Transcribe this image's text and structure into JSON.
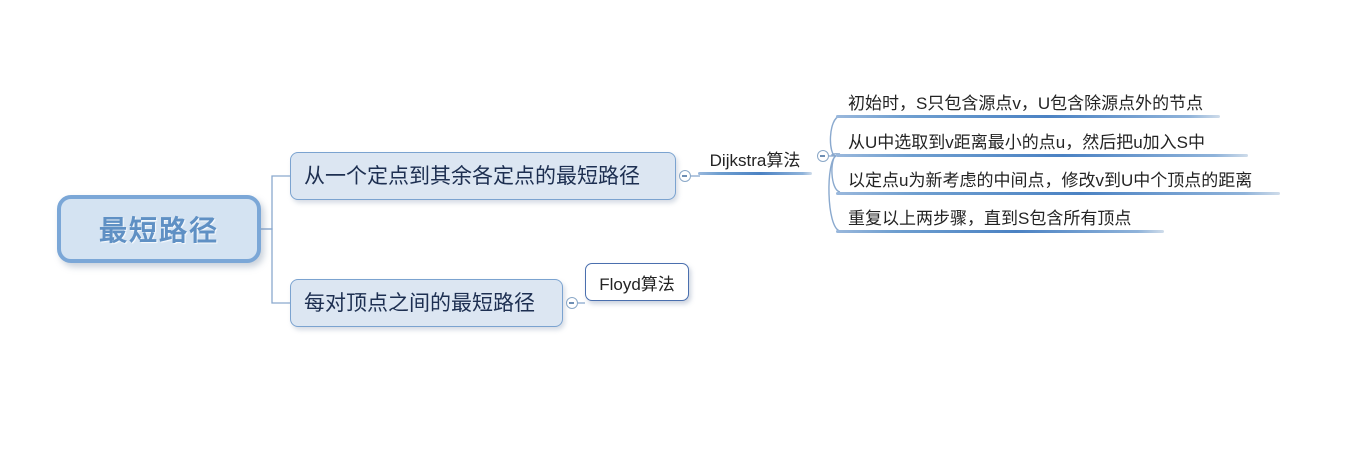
{
  "diagram": {
    "type": "mindmap",
    "title": "最短路径",
    "colors": {
      "root_fill": "#d4e3f2",
      "root_border": "#7ba7d7",
      "root_text": "#5f90c4",
      "branch_fill": "#dce6f2",
      "branch_border": "#7ba3d0",
      "branch_text": "#1d2f51",
      "leaf_text": "#232323",
      "connector": "#7d9fc6",
      "underline": "#4b82c3",
      "white_node_fill": "#ffffff",
      "white_node_border": "#4a6fae",
      "background": "#ffffff"
    }
  },
  "root": {
    "label": "最短路径"
  },
  "branches": [
    {
      "label": "从一个定点到其余各定点的最短路径",
      "toggle": "collapse-toggle",
      "child": {
        "label": "Dijkstra算法",
        "toggle": "collapse-toggle",
        "steps": [
          "初始时，S只包含源点v，U包含除源点外的节点",
          "从U中选取到v距离最小的点u，然后把u加入S中",
          "以定点u为新考虑的中间点，修改v到U中个顶点的距离",
          "重复以上两步骤，直到S包含所有顶点"
        ]
      }
    },
    {
      "label": "每对顶点之间的最短路径",
      "toggle": "collapse-toggle",
      "child": {
        "label": "Floyd算法"
      }
    }
  ]
}
